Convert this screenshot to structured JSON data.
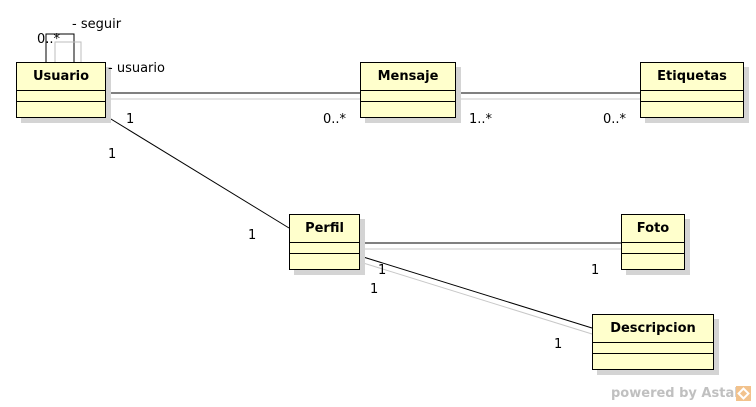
{
  "classes": {
    "usuario": {
      "name": "Usuario"
    },
    "mensaje": {
      "name": "Mensaje"
    },
    "etiquetas": {
      "name": "Etiquetas"
    },
    "perfil": {
      "name": "Perfil"
    },
    "foto": {
      "name": "Foto"
    },
    "descripcion": {
      "name": "Descripcion"
    }
  },
  "associations": {
    "self_role": "- seguir",
    "self_multiplicity": "0..*",
    "usuario_role": "- usuario",
    "usuario_mensaje": {
      "source_multiplicity": "1",
      "target_multiplicity": "0..*"
    },
    "mensaje_etiquetas": {
      "source_multiplicity": "1..*",
      "target_multiplicity": "0..*"
    },
    "usuario_perfil": {
      "source_multiplicity": "1",
      "target_multiplicity": "1"
    },
    "perfil_foto": {
      "source_multiplicity": "1",
      "target_multiplicity": "1"
    },
    "perfil_descripcion": {
      "source_multiplicity": "1",
      "target_multiplicity": "1"
    }
  },
  "watermark": {
    "text": "powered by Astah"
  }
}
